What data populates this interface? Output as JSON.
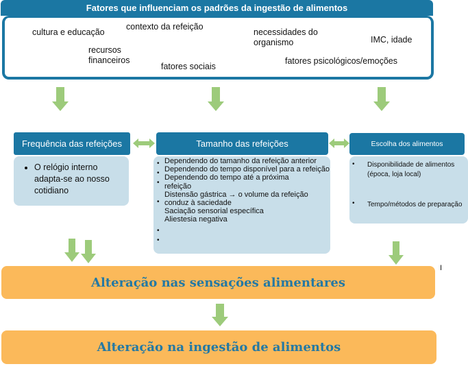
{
  "header": {
    "title": "Fatores que influenciam os padrões da ingestão de alimentos"
  },
  "factors": [
    "cultura e educação",
    "contexto da refeição",
    "necessidades do organismo",
    "IMC, idade",
    "recursos financeiros",
    "fatores sociais",
    "fatores psicológicos/emoções"
  ],
  "frequency": {
    "title": "Frequência das refeições",
    "items": [
      "O relógio interno adapta-se ao nosso cotidiano"
    ]
  },
  "size": {
    "title": "Tamanho das refeições",
    "lines": [
      "Dependendo do tamanho da refeição anterior",
      "Dependendo do tempo disponível para a refeição",
      "Dependendo do tempo até a próxima",
      "refeição",
      "Distensão gástrica → o volume da refeição",
      "conduz à saciedade",
      "Saciação sensorial específica",
      "Aliestesia negativa"
    ]
  },
  "choice": {
    "title": "Escolha dos alimentos",
    "items": [
      "Disponibilidade de alimentos (época, loja  local)",
      "Tempo/métodos de preparação"
    ]
  },
  "result1": "Alteração nas sensações alimentares",
  "result2": "Alteração na ingestão de alimentos",
  "stray_mark": "I",
  "colors": {
    "blue": "#1b77a3",
    "light": "#c8dee9",
    "green": "#9dcb7b",
    "orange": "#fbb95a",
    "orange_text": "#2479a4"
  }
}
